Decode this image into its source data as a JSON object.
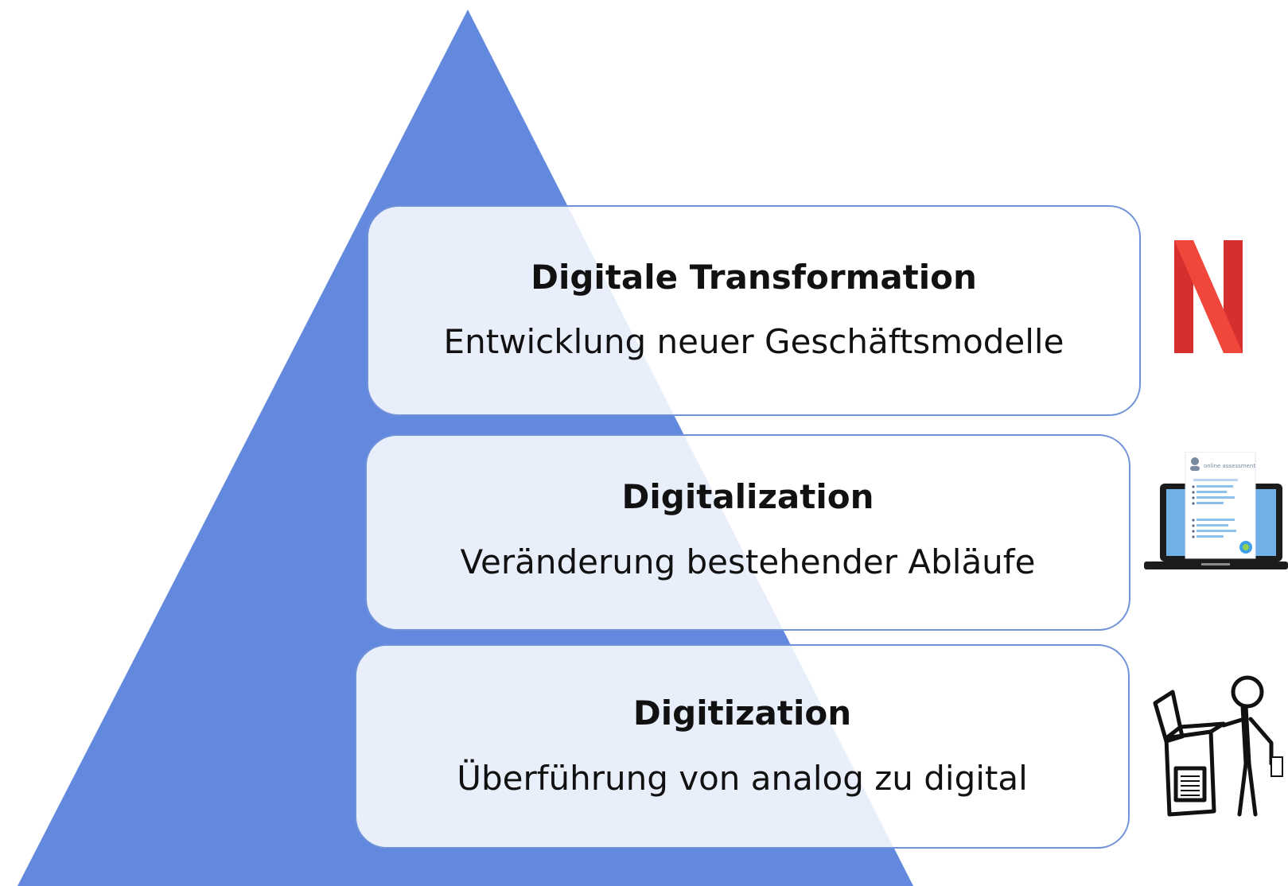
{
  "diagram": {
    "pyramid_color": "#6289de",
    "box_border_color": "#6f92d8",
    "levels": [
      {
        "title": "Digitale Transformation",
        "description": "Entwicklung neuer Geschäftsmodelle",
        "icon": "netflix-logo-icon"
      },
      {
        "title": "Digitalization",
        "description": "Veränderung bestehender Abläufe",
        "icon": "laptop-online-assessment-icon",
        "icon_text": "online assessment"
      },
      {
        "title": "Digitization",
        "description": "Überführung von analog zu digital",
        "icon": "person-scanner-icon"
      }
    ]
  }
}
